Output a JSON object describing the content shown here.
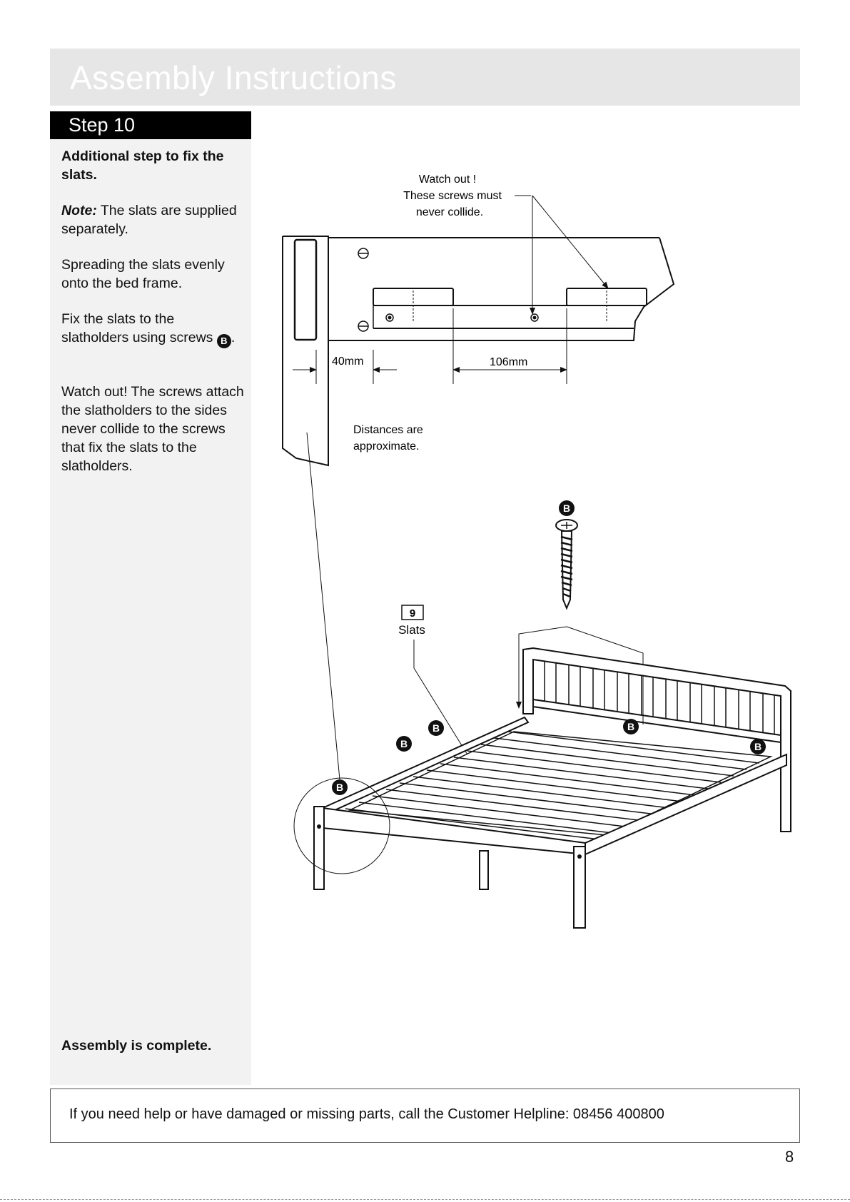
{
  "header": {
    "title": "Assembly Instructions"
  },
  "step": {
    "label": "Step 10"
  },
  "sidebar": {
    "heading": "Additional step to fix the slats.",
    "note_label": "Note:",
    "note_text": " The slats are supplied separately.",
    "spreading": "Spreading the slats evenly onto the bed frame.",
    "fix_text": "Fix the slats to the slatholders using screws ",
    "fix_badge": "B",
    "fix_end": ".",
    "watch_text": "Watch out! The screws attach the slatholders to the sides never collide to the screws that fix the slats to the slatholders.",
    "complete": "Assembly is complete."
  },
  "diagram": {
    "watch_line1": "Watch out !",
    "watch_line2": "These screws must",
    "watch_line3": "never collide.",
    "dim_40": "40mm",
    "dim_106": "106mm",
    "dist_line1": "Distances are",
    "dist_line2": "approximate.",
    "part_number": "9",
    "part_label": "Slats",
    "screw_badge": "B"
  },
  "footer": {
    "helpline": "If you need help or have damaged or missing parts, call the Customer Helpline: 08456 400800",
    "page_number": "8"
  }
}
